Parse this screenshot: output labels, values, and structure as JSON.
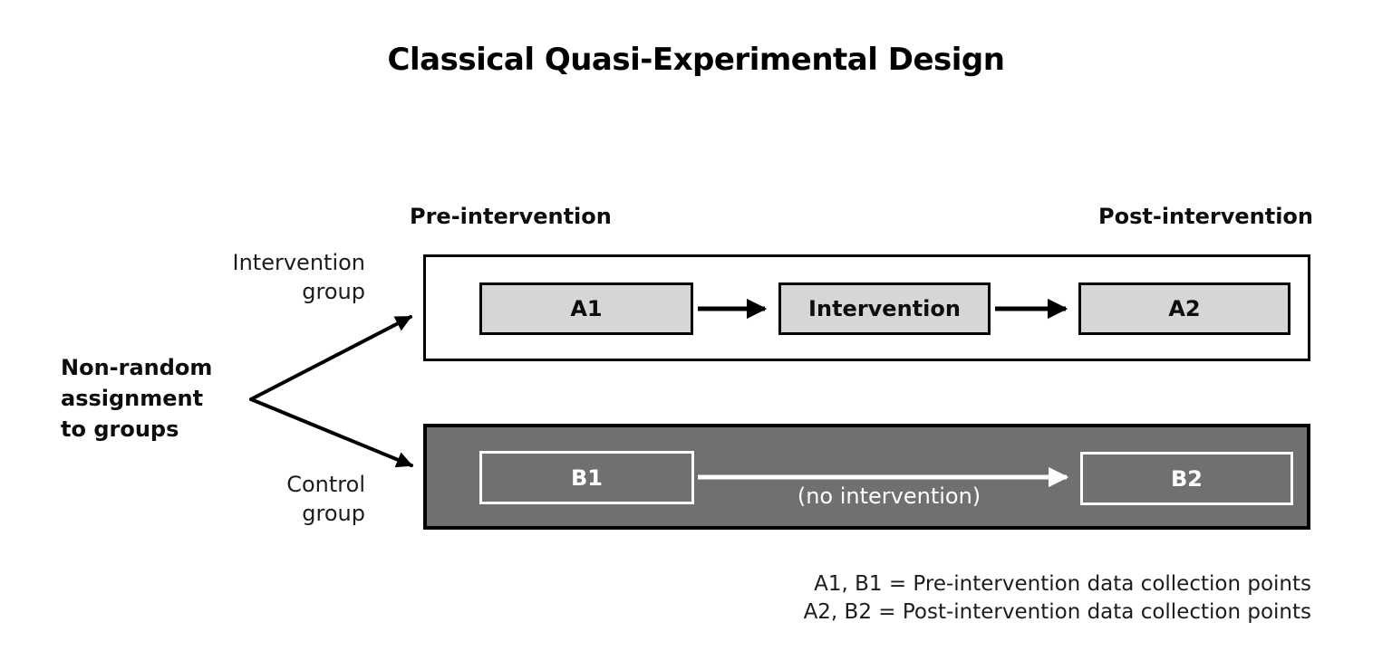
{
  "title": "Classical Quasi-Experimental Design",
  "columns": {
    "pre_label": "Pre-intervention",
    "post_label": "Post-intervention"
  },
  "assignment": {
    "label": "Non-random\nassignment\nto groups"
  },
  "intervention_row": {
    "group_label": "Intervention\ngroup",
    "box_a1": "A1",
    "box_intervention": "Intervention",
    "box_a2": "A2"
  },
  "control_row": {
    "group_label": "Control\ngroup",
    "box_b1": "B1",
    "box_b2": "B2",
    "arrow_label": "(no intervention)"
  },
  "legend": {
    "line1": "A1, B1 = Pre-intervention data collection points",
    "line2": "A2, B2 = Post-intervention data collection points"
  },
  "colors": {
    "light_box_fill": "#d6d6d6",
    "dark_row_fill": "#707070",
    "outline": "#000000",
    "white_elements": "#ffffff"
  }
}
